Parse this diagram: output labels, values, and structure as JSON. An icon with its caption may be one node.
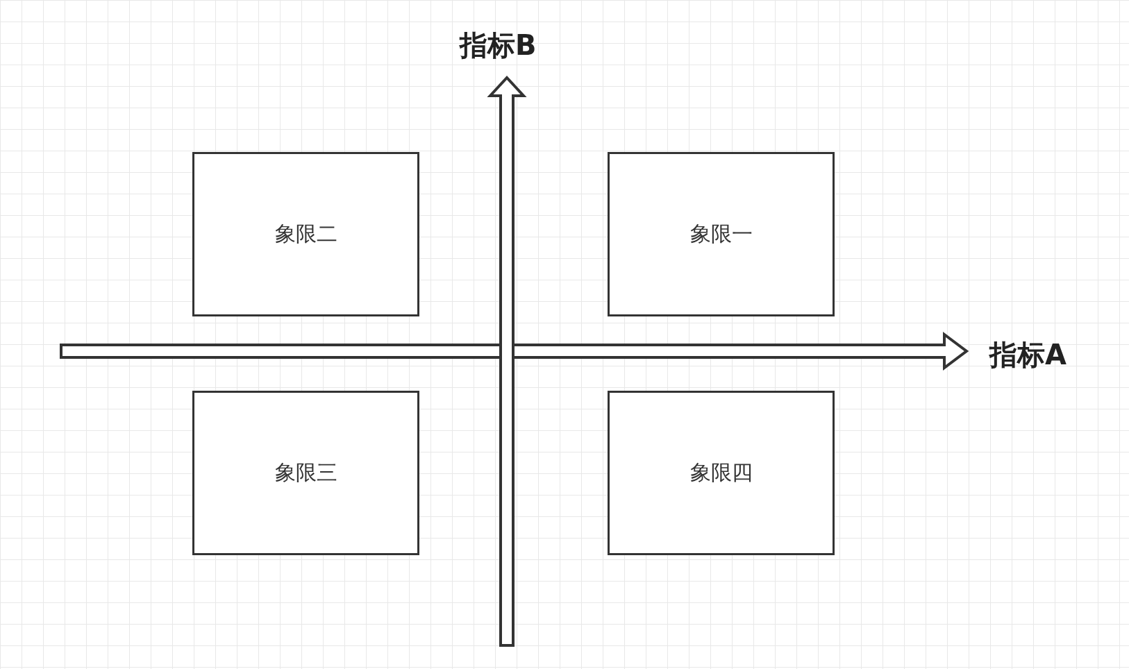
{
  "diagram": {
    "nodes": [
      {
        "text": [
          "象限二"
        ]
      },
      {
        "text": [
          "象限一"
        ]
      },
      {
        "text": [
          "象限三"
        ]
      },
      {
        "text": [
          "象限四"
        ]
      }
    ],
    "labels": [
      "指标B",
      "指标A"
    ]
  }
}
